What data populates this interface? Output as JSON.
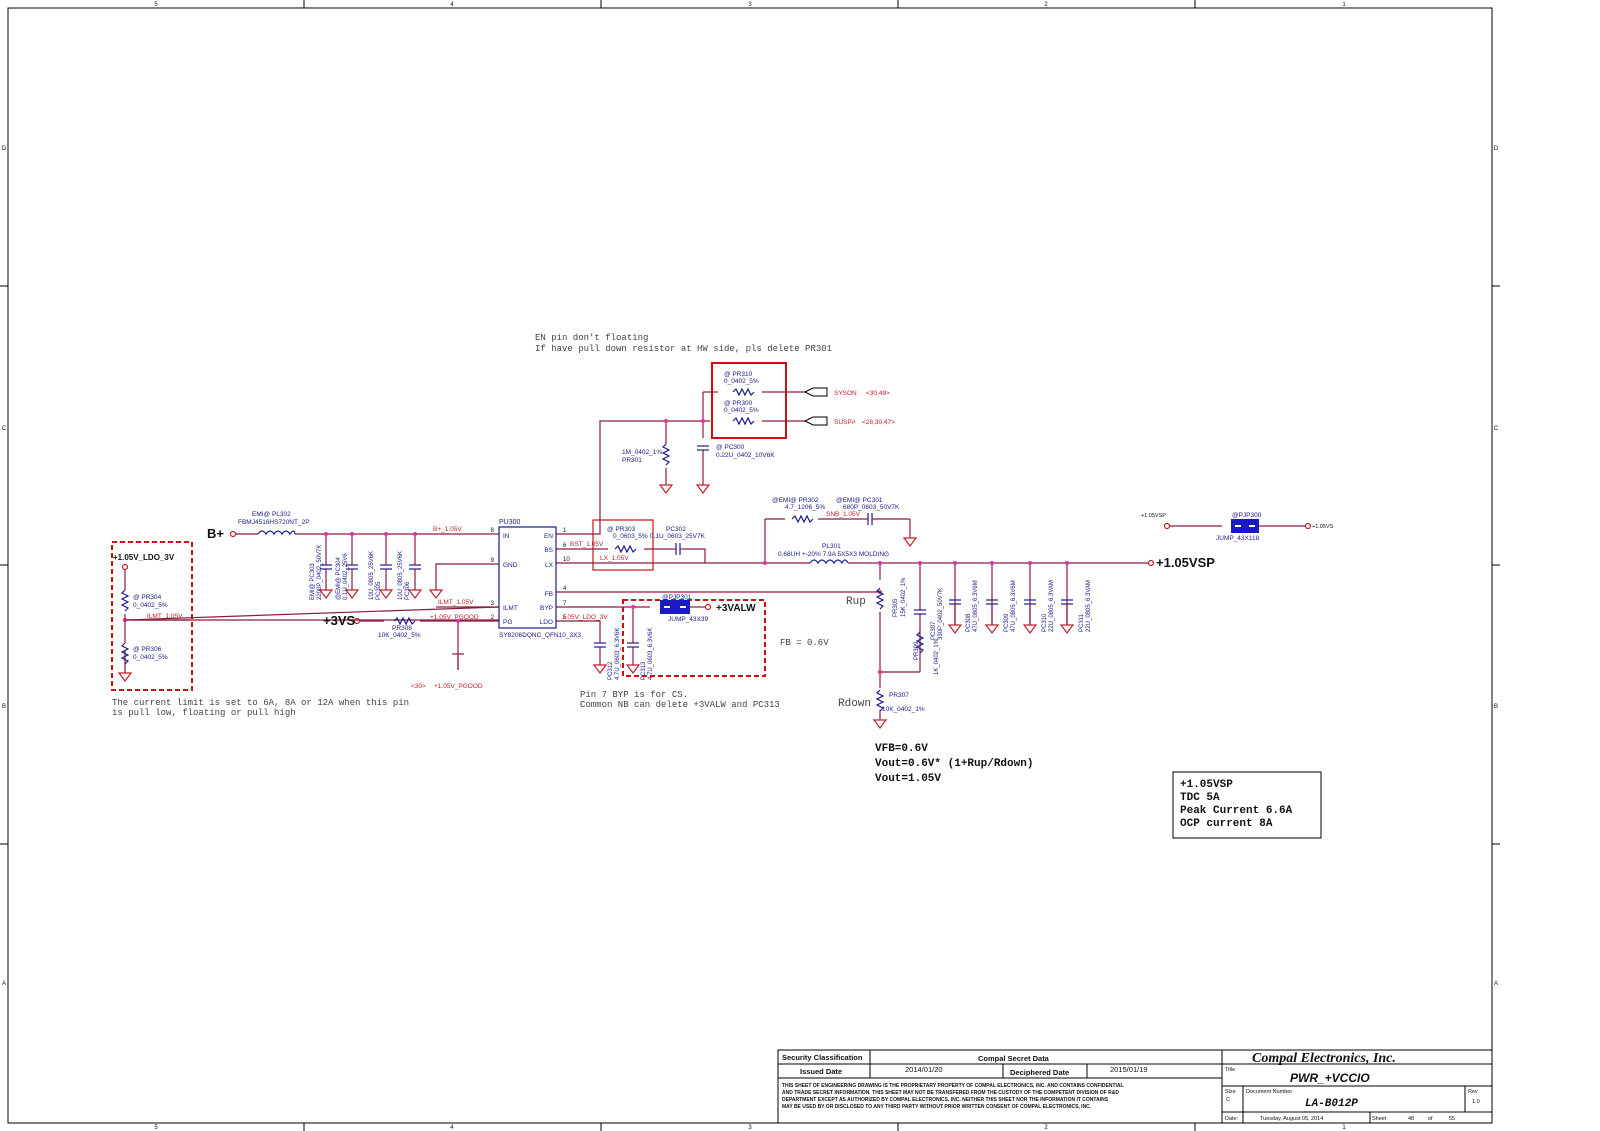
{
  "border": {
    "cols": [
      "5",
      "4",
      "3",
      "2",
      "1"
    ],
    "rows": [
      "D",
      "C",
      "B",
      "A"
    ]
  },
  "notes": {
    "en1": "EN pin don't floating",
    "en2": "If have pull down resistor at HW side, pls delete PR301",
    "ilmt1": "The current limit is set to 6A, 8A or 12A when this pin",
    "ilmt2": "is pull low, floating or pull high",
    "byp1": "Pin 7 BYP is for CS.",
    "byp2": "Common NB can delete  +3VALW and PC313",
    "fb": "FB = 0.6V",
    "vfb": "VFB=0.6V",
    "vout": "Vout=0.6V* (1+Rup/Rdown)",
    "vout2": "Vout=1.05V",
    "rup": "Rup",
    "rdown": "Rdown"
  },
  "spec": {
    "l1": "+1.05VSP",
    "l2": "TDC 5A",
    "l3": "Peak Current 6.6A",
    "l4": "OCP current 8A"
  },
  "nets": {
    "bplus": "B+",
    "v3vs": "+3VS",
    "v105vsp": "+1.05VSP",
    "v3valw": "+3VALW",
    "ldo": "+1.05V_LDO_3V",
    "syson": "SYSON",
    "syson_ref": "<30,49>",
    "susp": "SUSP#",
    "susp_ref": "<28,30,47>",
    "pgood_ref": "<30>",
    "pgood": "+1.05V_PGOOD",
    "jump_l": "+1.05VSP",
    "jump_r": "+1.05VS",
    "bplus_105": "B+_1.05V",
    "bst": "BST_1.05V",
    "lx": "LX_1.05V",
    "snb": "SNB_1.05V",
    "ilmt": "ILMT_1.05V",
    "ilmt2": "ILMT_1.05V",
    "pgood2": "+1.05V_PGOOD",
    "ldo3v": "1.05V_LDO_3V"
  },
  "ic": {
    "ref": "PU300",
    "part": "SY8206DQNC_QFN10_3X3",
    "pins_l": [
      "IN",
      "GND",
      "ILMT",
      "PG"
    ],
    "pins_r": [
      "EN",
      "BS",
      "LX",
      "FB",
      "BYP",
      "LDO"
    ],
    "num_l": [
      "8",
      "9",
      "3",
      "2"
    ],
    "num_r": [
      "1",
      "6",
      "10",
      "4",
      "7",
      "5"
    ]
  },
  "parts": {
    "pl302a": "EMI@  PL302",
    "pl302b": "FBMJ4516HS720NT_2P",
    "pr310a": "@  PR310",
    "pr310b": "0_0402_5%",
    "pr300a": "@  PR300",
    "pr300b": "0_0402_5%",
    "pr301a": "1M_0402_1%",
    "pr301b": "PR301",
    "pc300a": "@    PC300",
    "pc300b": "0.22U_0402_10V6K",
    "pr303a": "@  PR303",
    "pr303b": "0_0603_5%",
    "pc302a": "PC302",
    "pc302b": "0.1U_0603_25V7K",
    "pr302a": "@EMI@  PR302",
    "pr302b": "4.7_1206_5%",
    "pc301a": "@EMI@  PC301",
    "pc301b": "680P_0603_50V7K",
    "pl301a": "PL301",
    "pl301b": "0.68UH +-20% 7.9A 5X5X3 MOLDING",
    "pr304a": "@    PR304",
    "pr304b": "0_0402_5%",
    "pr306a": "@    PR306",
    "pr306b": "0_0402_5%",
    "pr308a": "PR308",
    "pr308b": "10K_0402_5%",
    "pjp301": "@PJP301",
    "jump43": "JUMP_43X39",
    "pjp300": "@PJP300",
    "jump118": "JUMP_43X118",
    "pr305": "15K_0402_1%",
    "pr305r": "PR305",
    "pr309": "1K_0402_1%",
    "pr309r": "PR309",
    "pr307a": "PR307",
    "pr307b": "10K_0402_1%",
    "caps_in": [
      "EMI@ PC303\n2200P_0402_50V7K",
      "@EMI@ PC304\n0.1U_0402_25V6",
      "10U_0805_25V6K\nPC305",
      "10U_0805_25V6K\nPC306"
    ],
    "pc312": "PC312\n4.7U_0603_6.3V6K",
    "pc313": "PC313\n4.7U_0603_6.3V6K",
    "pc307": "PC307\n330P_0402_50V7K",
    "caps_out": [
      "PC308\n47U_0805_6.3V6M",
      "PC309\n47U_0805_6.3V6M",
      "PC310\n22U_0805_6.3VAM",
      "PC311\n22U_0805_6.3VAM"
    ]
  },
  "title_block": {
    "sec": "Security Classification",
    "secret": "Compal Secret Data",
    "issued": "Issued Date",
    "issued_v": "2014/01/20",
    "deciph": "Deciphered Date",
    "deciph_v": "2015/01/19",
    "company": "Compal Electronics, Inc.",
    "title_l": "Title",
    "title": "PWR_+VCCIO",
    "size_l": "Size",
    "size": "C",
    "docnum_l": "Document Number",
    "docnum": "LA-B012P",
    "rev_l": "Rev",
    "rev": "1.0",
    "date_l": "Date:",
    "date": "Tuesday, August 05, 2014",
    "sheet_l": "Sheet",
    "sheet": "48",
    "of": "of",
    "total": "55",
    "legal": [
      "THIS SHEET OF ENGINEERING DRAWING IS THE PROPRIETARY PROPERTY OF COMPAL ELECTRONICS, INC. AND CONTAINS CONFIDENTIAL",
      "AND TRADE SECRET INFORMATION. THIS SHEET MAY NOT BE TRANSFERED FROM THE CUSTODY OF THE COMPETENT DIVISION OF R&D",
      "DEPARTMENT EXCEPT AS AUTHORIZED BY COMPAL ELECTRONICS, INC. NEITHER THIS SHEET NOR THE INFORMATION IT CONTAINS",
      "MAY BE USED BY OR DISCLOSED TO ANY THIRD PARTY WITHOUT PRIOR WRITTEN CONSENT OF COMPAL ELECTRONICS, INC."
    ]
  }
}
